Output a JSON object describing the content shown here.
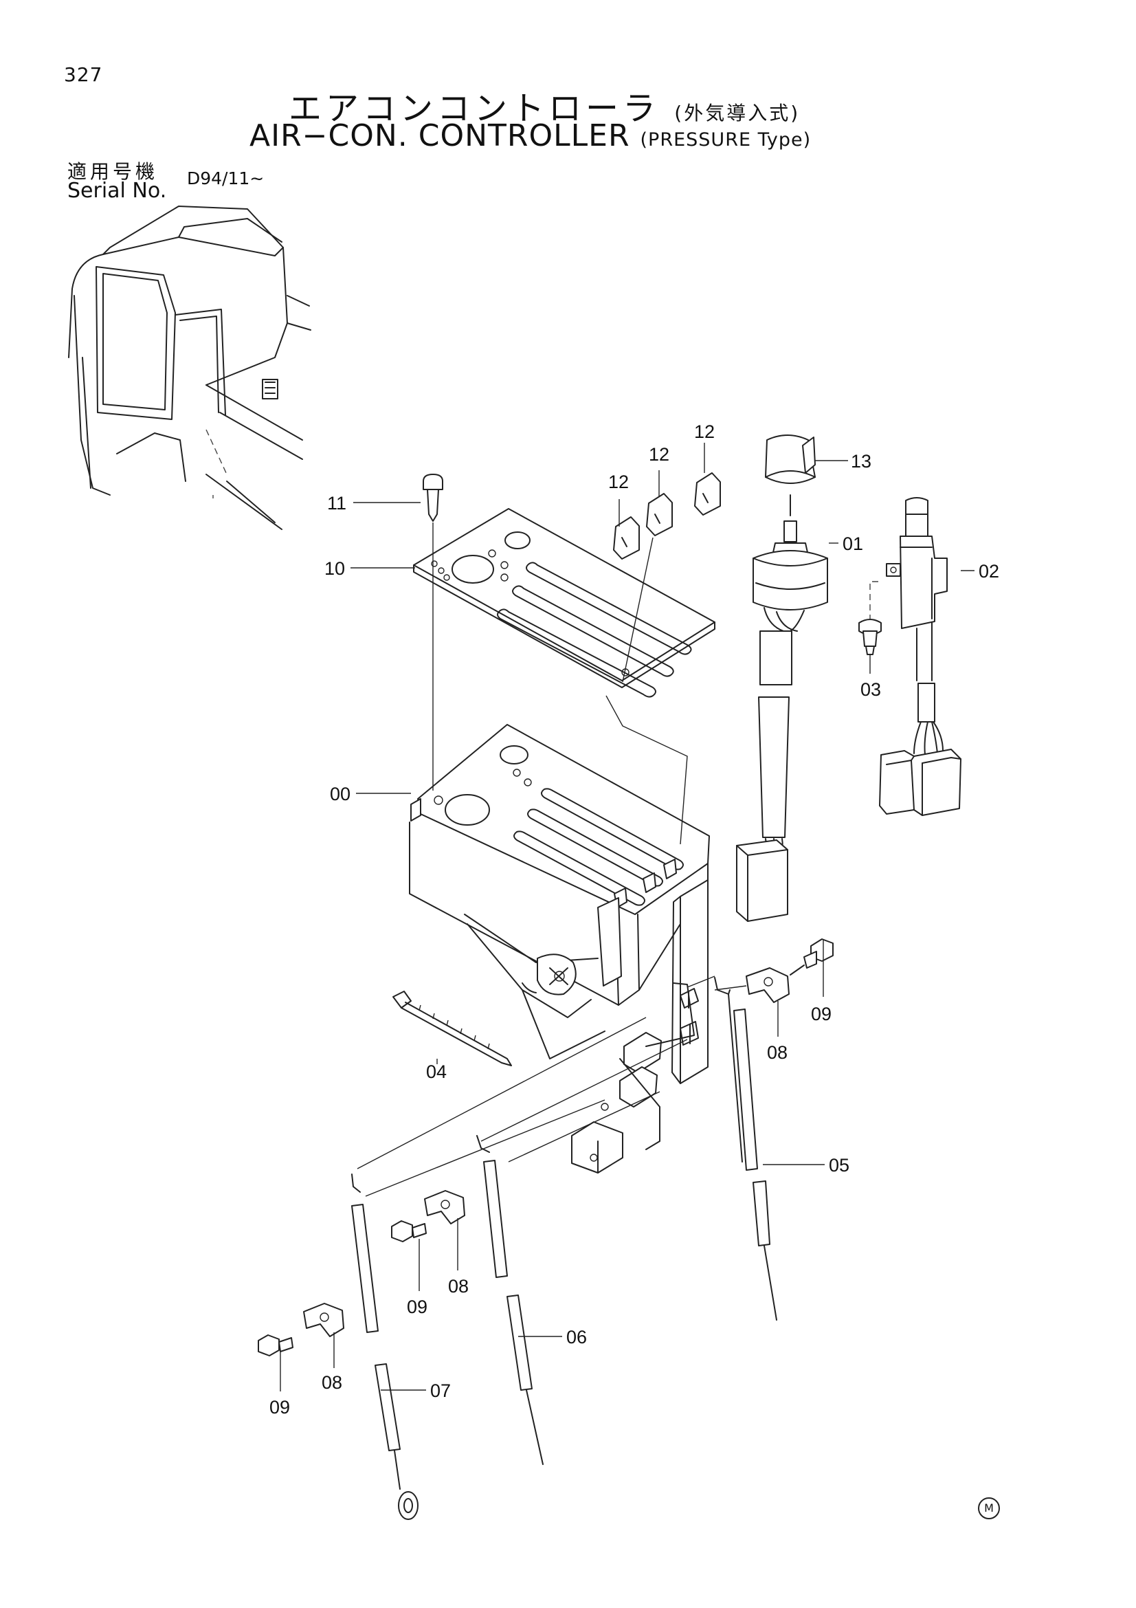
{
  "page_number": "327",
  "title": {
    "jp_main": "エアコンコントローラ",
    "jp_sub": "(外気導入式)",
    "en_main": "AIR−CON. CONTROLLER",
    "en_sub": "(PRESSURE Type)"
  },
  "serial": {
    "label_jp": "適用号機",
    "label_en": "Serial No.",
    "value": "D94/11∼"
  },
  "callouts": {
    "c00": "00",
    "c01": "01",
    "c02": "02",
    "c03": "03",
    "c04": "04",
    "c05": "05",
    "c06": "06",
    "c07": "07",
    "c08a": "08",
    "c08b": "08",
    "c08c": "08",
    "c09a": "09",
    "c09b": "09",
    "c09c": "09",
    "c10": "10",
    "c11": "11",
    "c12a": "12",
    "c12b": "12",
    "c12c": "12",
    "c13": "13"
  },
  "footer_mark": "M"
}
